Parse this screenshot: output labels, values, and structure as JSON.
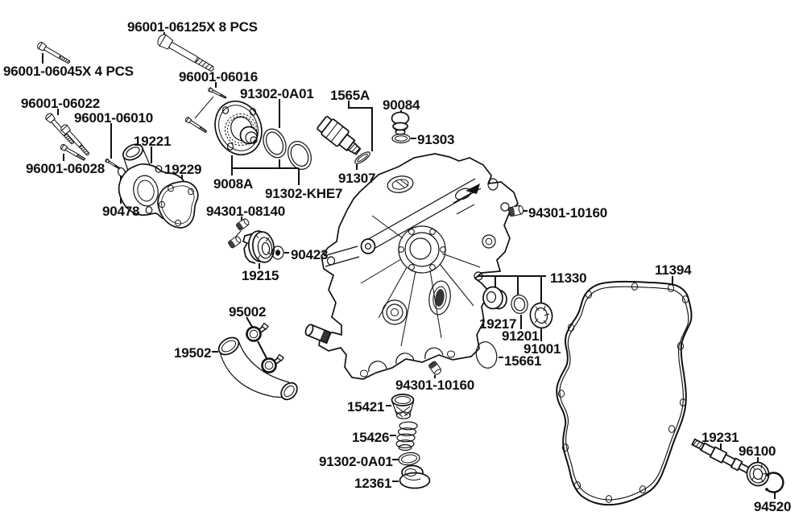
{
  "diagram": {
    "type": "exploded-parts-diagram",
    "subject": "engine side cover / water pump assembly parts figure",
    "background_color": "#ffffff",
    "line_color": "#101010",
    "labels": {
      "bolt_06125": "96001-06125X 8 PCS",
      "bolt_06045": "96001-06045X 4 PCS",
      "bolt_06022": "96001-06022",
      "bolt_06010": "96001-06010",
      "bolt_06028": "96001-06028",
      "bolt_06016": "96001-06016",
      "p19221": "19221",
      "p19229": "19229",
      "p90478": "90478",
      "p91302_0a01_top": "91302-0A01",
      "p9008a": "9008A",
      "p91302_khe7": "91302-KHE7",
      "p1565a": "1565A",
      "p91307": "91307",
      "p90084": "90084",
      "p91303": "91303",
      "p94301_08140": "94301-08140",
      "p90423": "90423",
      "p19215": "19215",
      "p94301_10160_right": "94301-10160",
      "p11330": "11330",
      "p11394": "11394",
      "p19217": "19217",
      "p91201": "91201",
      "p91001": "91001",
      "p15661": "15661",
      "p95002": "95002",
      "p19502": "19502",
      "p94301_10160_bottom": "94301-10160",
      "p15421": "15421",
      "p15426": "15426",
      "p91302_0a01_bottom": "91302-0A01",
      "p12361": "12361",
      "p19231": "19231",
      "p96100": "96100",
      "p94520": "94520"
    }
  }
}
